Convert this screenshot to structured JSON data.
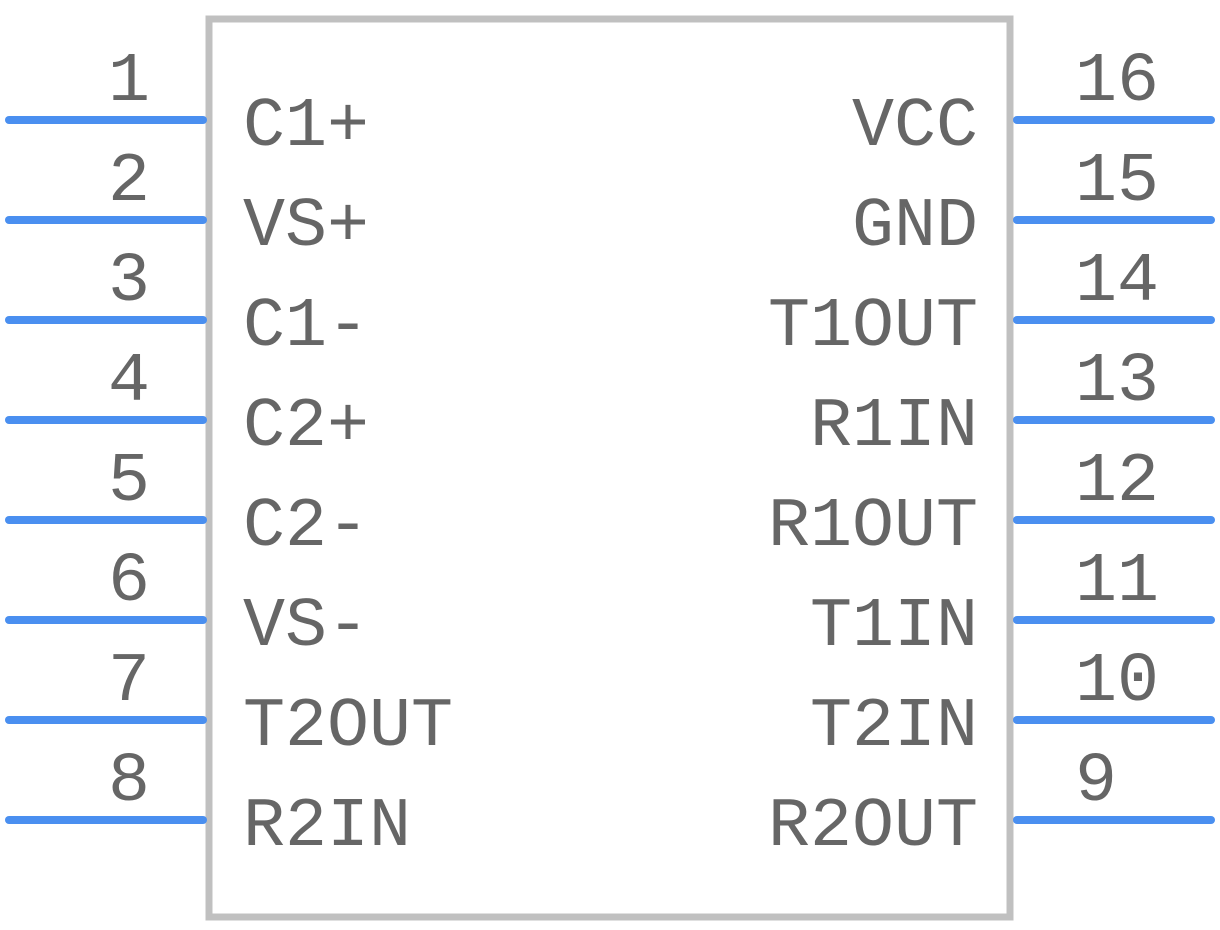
{
  "colors": {
    "body_outline": "#c0c0c0",
    "pin_line": "#4a8ff0",
    "text": "#666666",
    "background": "#ffffff"
  },
  "pins_left": [
    {
      "number": "1",
      "name": "C1+"
    },
    {
      "number": "2",
      "name": "VS+"
    },
    {
      "number": "3",
      "name": "C1-"
    },
    {
      "number": "4",
      "name": "C2+"
    },
    {
      "number": "5",
      "name": "C2-"
    },
    {
      "number": "6",
      "name": "VS-"
    },
    {
      "number": "7",
      "name": "T2OUT"
    },
    {
      "number": "8",
      "name": "R2IN"
    }
  ],
  "pins_right": [
    {
      "number": "16",
      "name": "VCC"
    },
    {
      "number": "15",
      "name": "GND"
    },
    {
      "number": "14",
      "name": "T1OUT"
    },
    {
      "number": "13",
      "name": "R1IN"
    },
    {
      "number": "12",
      "name": "R1OUT"
    },
    {
      "number": "11",
      "name": "T1IN"
    },
    {
      "number": "10",
      "name": "T2IN"
    },
    {
      "number": "9",
      "name": "R2OUT"
    }
  ]
}
